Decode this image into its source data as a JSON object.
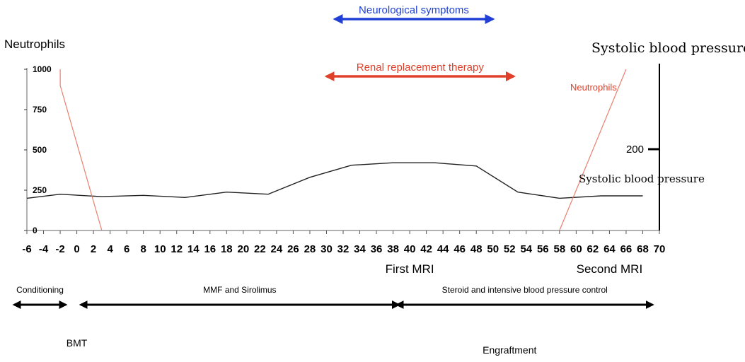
{
  "chart_data": {
    "type": "line",
    "title": "",
    "x_ticks": [
      -6,
      -4,
      -2,
      0,
      2,
      4,
      6,
      8,
      10,
      12,
      14,
      16,
      18,
      20,
      22,
      24,
      26,
      28,
      30,
      32,
      34,
      36,
      38,
      40,
      42,
      44,
      46,
      48,
      50,
      52,
      54,
      56,
      58,
      60,
      62,
      64,
      66,
      68,
      70
    ],
    "xlim": [
      -6,
      70
    ],
    "left_axis": {
      "label": "Neutrophils",
      "ticks": [
        0,
        250,
        500,
        750,
        1000
      ],
      "ylim": [
        0,
        1000
      ]
    },
    "right_axis": {
      "label": "Systolic blood pressure",
      "ticks": [
        200
      ]
    },
    "series": [
      {
        "name": "Systolic blood pressure",
        "axis": "left",
        "color": "#222222",
        "x": [
          -6,
          -2,
          3,
          8,
          13,
          18,
          23,
          28,
          33,
          38,
          43,
          48,
          53,
          58,
          63,
          68
        ],
        "y": [
          200,
          225,
          210,
          218,
          205,
          238,
          225,
          330,
          405,
          420,
          420,
          400,
          238,
          200,
          215,
          215
        ]
      },
      {
        "name": "Neutrophils",
        "axis": "left",
        "color": "#e8806e",
        "segments": [
          {
            "x": [
              -2,
              -2,
              3
            ],
            "y": [
              1000,
              900,
              0
            ]
          },
          {
            "x": [
              58,
              62,
              66
            ],
            "y": [
              0,
              500,
              1000
            ]
          }
        ]
      }
    ],
    "annotations": {
      "top_events": [
        {
          "label": "Neurological symptoms",
          "x_start": 31,
          "x_end": 50,
          "color": "#1f3fd6"
        },
        {
          "label": "Renal replacement therapy",
          "x_start": 30,
          "x_end": 52.5,
          "color": "#e0402a"
        }
      ],
      "x_markers": [
        {
          "label": "First MRI",
          "x": 40
        },
        {
          "label": "Second MRI",
          "x": 64
        }
      ],
      "treatments": [
        {
          "label": "Conditioning",
          "x_start": -6,
          "x_end": -2
        },
        {
          "label": "MMF and Sirolimus",
          "x_start": 2,
          "x_end": 38
        },
        {
          "label": "Steroid and intensive blood pressure control",
          "x_start": 40,
          "x_end": 68.5
        }
      ],
      "bottom_events": [
        {
          "label": "BMT",
          "x": 0
        },
        {
          "label": "Engraftment",
          "x": 52
        }
      ],
      "inline_labels": {
        "neutrophils": "Neutrophils",
        "systolic": "Systolic blood pressure"
      }
    }
  }
}
